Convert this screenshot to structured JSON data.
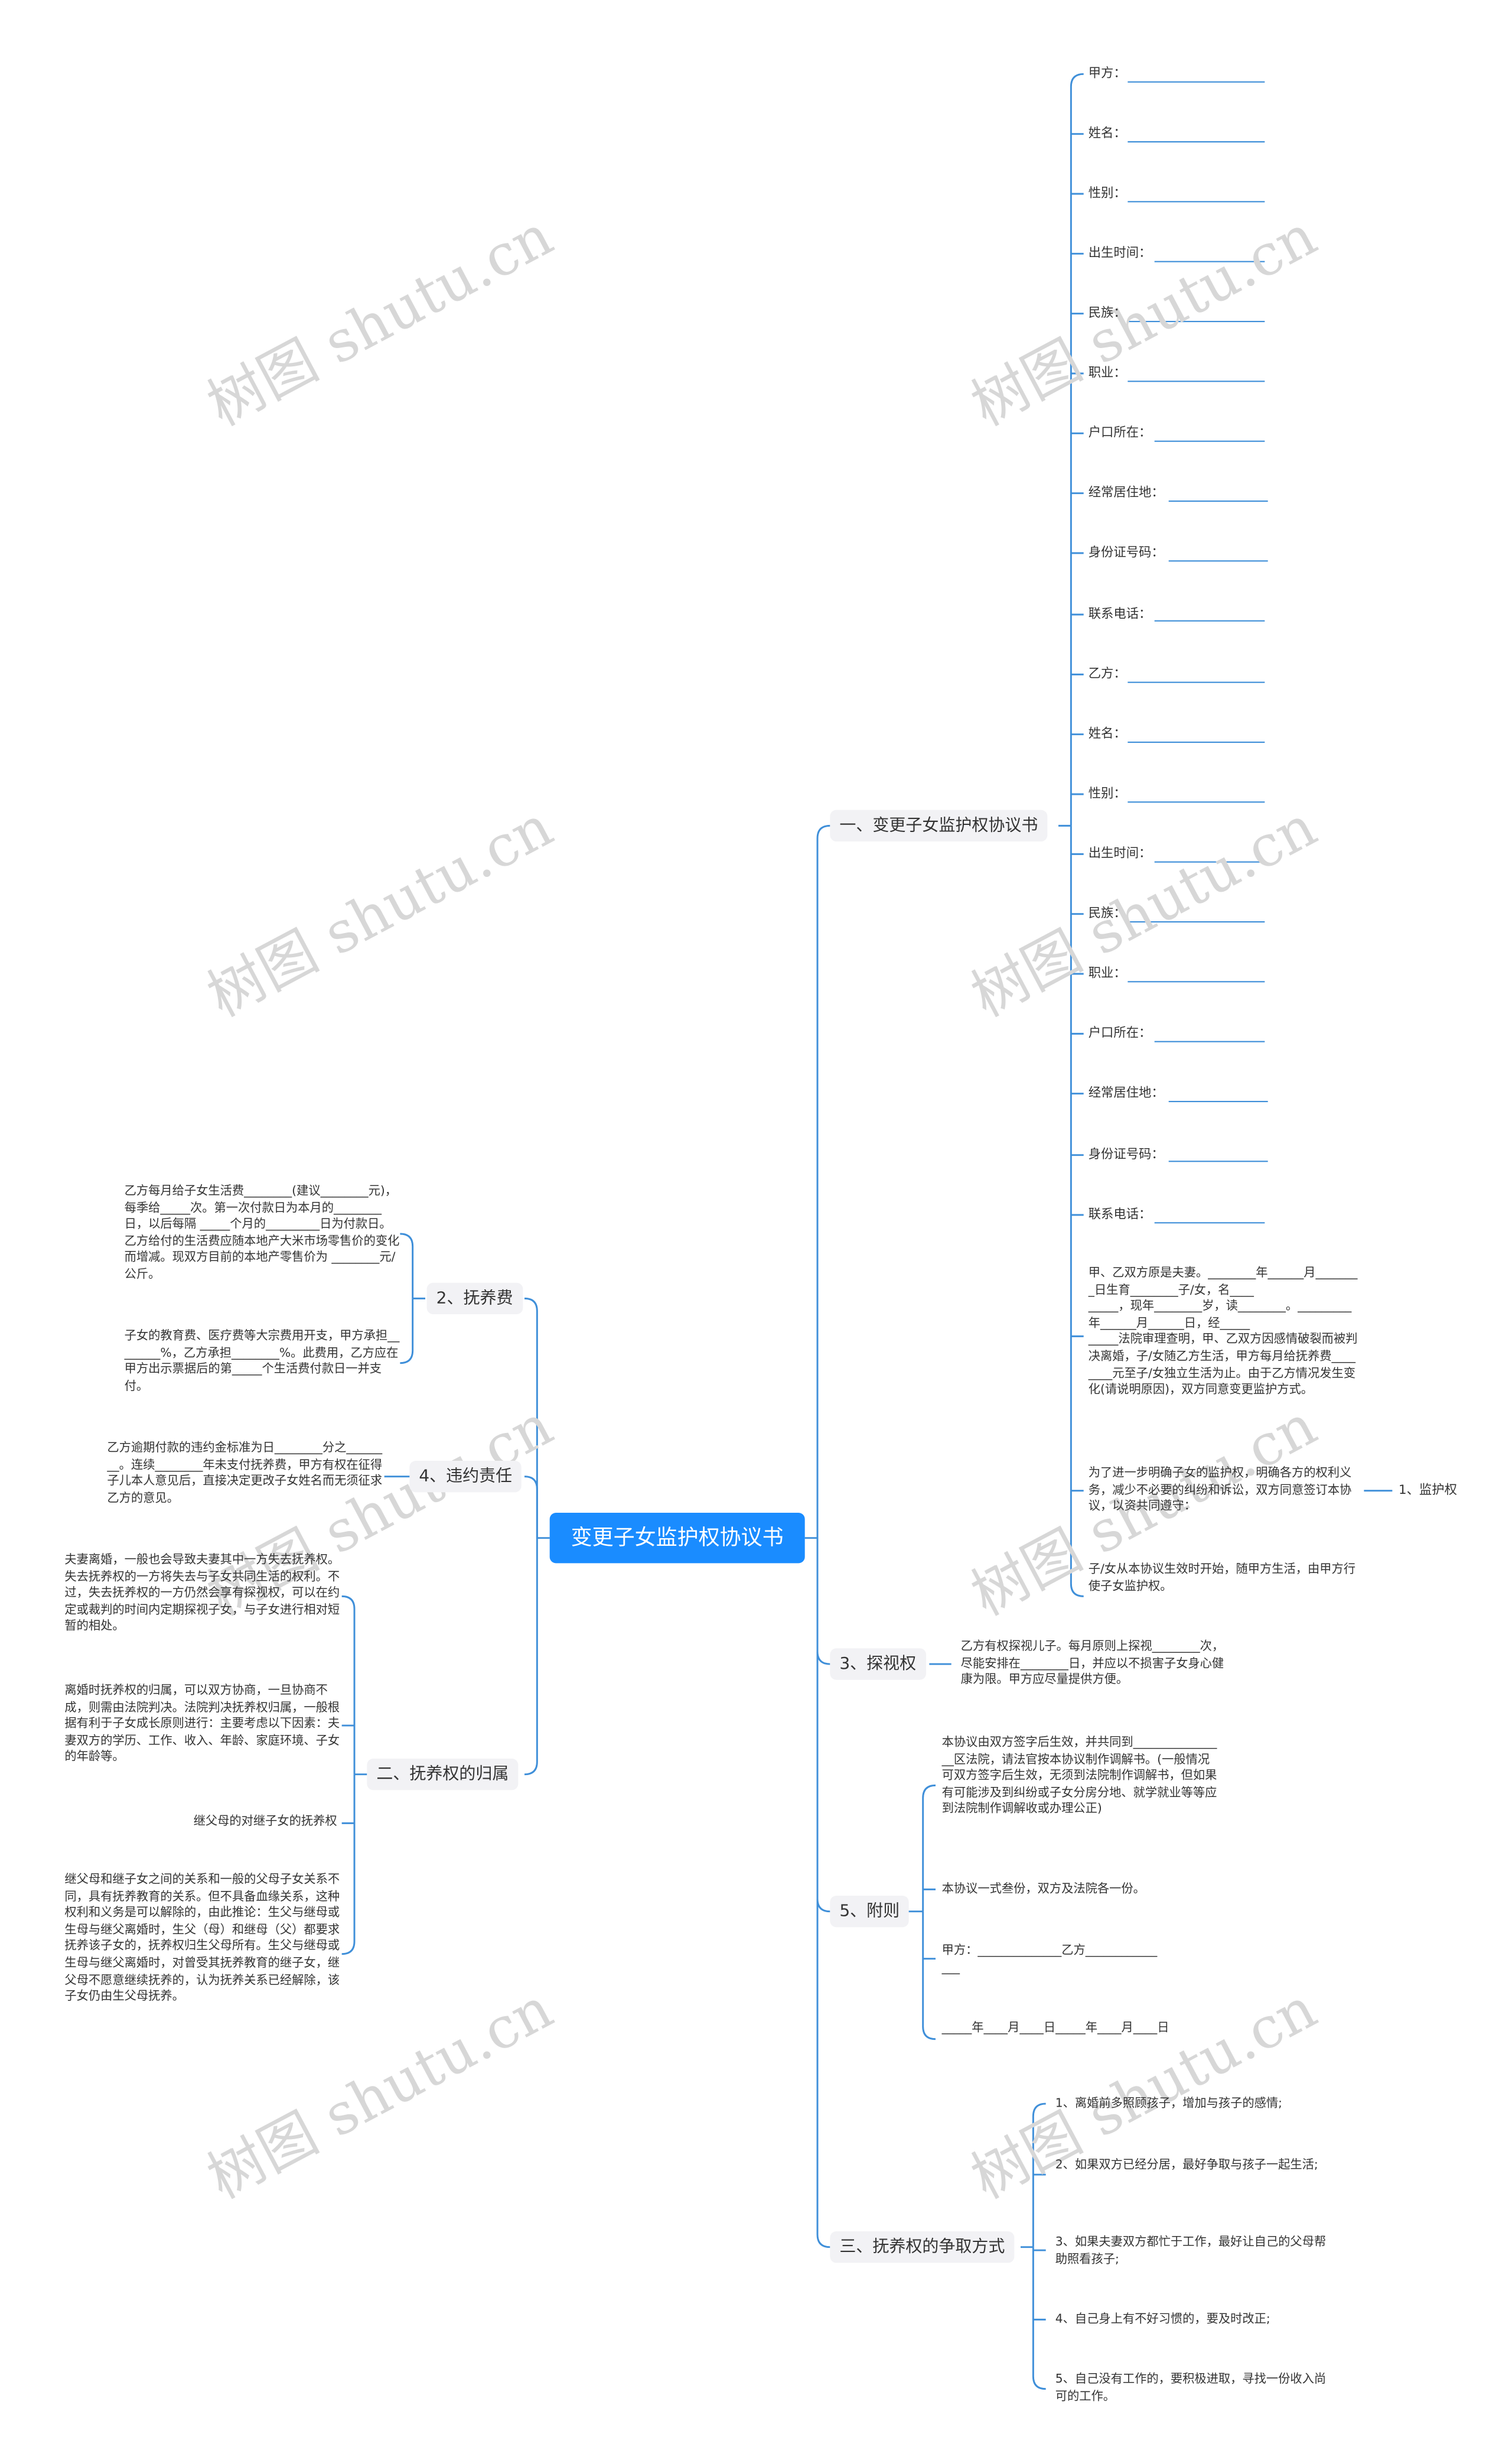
{
  "root": {
    "label": "变更子女监护权协议书"
  },
  "watermark": "树图 shutu.cn",
  "colors": {
    "accent": "#1a8cff",
    "branch_bg": "#f2f2f5",
    "link": "#3f8fd9"
  },
  "right": {
    "s1": {
      "label": "一、变更子女监护权协议书",
      "fields": [
        "甲方：",
        "姓名：",
        "性别：",
        "出生时间：",
        "民族：",
        "职业：",
        "户口所在：",
        "经常居住地：",
        "身份证号码：",
        "联系电话：",
        "乙方：",
        "姓名：",
        "性别：",
        "出生时间：",
        "民族：",
        "职业：",
        "户口所在：",
        "经常居住地：",
        "身份证号码：",
        "联系电话："
      ],
      "para1": "甲、乙双方原是夫妻。________年______月________日生育________子/女，名____\n_____，现年________岁，读________。_________年______月______日，经_____\n_____法院审理查明，甲、乙双方因感情破裂而被判决离婚，子/女随乙方生活，甲方每月给抚养费________元至子/女独立生活为止。由于乙方情况发生变化(请说明原因)，双方同意变更监护方式。",
      "para2": "为了进一步明确子女的监护权，明确各方的权利义务，减少不必要的纠纷和诉讼，双方同意签订本协议，以资共同遵守：",
      "para3": "子/女从本协议生效时开始，随甲方生活，由甲方行使子女监护权。",
      "sub": "1、监护权"
    },
    "s3": {
      "label": "3、探视权",
      "text": "乙方有权探视儿子。每月原则上探视________次，尽能安排在________日，并应以不损害子女身心健康为限。甲方应尽量提供方便。"
    },
    "s5": {
      "label": "5、附则",
      "t1": "本协议由双方签字后生效，并共同到________________区法院，请法官按本协议制作调解书。(一般情况可双方签字后生效，无须到法院制作调解书，但如果有可能涉及到纠纷或子女分房分地、就学就业等等应到法院制作调解收或办理公正)",
      "t2": "本协议一式叁份，双方及法院各一份。",
      "t3": "甲方：______________乙方____________\n___",
      "t4": "_____年____月____日_____年____月____日"
    },
    "s6": {
      "label": "三、抚养权的争取方式",
      "items": [
        "1、离婚前多照顾孩子，增加与孩子的感情;",
        "2、如果双方已经分居，最好争取与孩子一起生活;",
        "3、如果夫妻双方都忙于工作，最好让自己的父母帮助照看孩子;",
        "4、自己身上有不好习惯的，要及时改正;",
        "5、自己没有工作的，要积极进取，寻找一份收入尚可的工作。"
      ]
    }
  },
  "left": {
    "s2": {
      "label": "2、抚养费",
      "t1": "乙方每月给子女生活费________(建议________元)，每季给_____次。第一次付款日为本月的________日，以后每隔 _____个月的_________日为付款日。乙方给付的生活费应随本地产大米市场零售价的变化而增减。现双方目前的本地产零售价为 ________元/公斤。",
      "t2": "子女的教育费、医疗费等大宗费用开支，甲方承担________%，乙方承担________%。此费用，乙方应在甲方出示票据后的第_____个生活费付款日一并支付。"
    },
    "s4": {
      "label": "4、违约责任",
      "t1": "乙方逾期付款的违约金标准为日________分之________。连续________年未支付抚养费，甲方有权在征得子儿本人意见后，直接决定更改子女姓名而无须征求乙方的意见。"
    },
    "sB": {
      "label": "二、抚养权的归属",
      "t1": "夫妻离婚，一般也会导致夫妻其中一方失去抚养权。失去抚养权的一方将失去与子女共同生活的权利。不过，失去抚养权的一方仍然会享有探视权，可以在约定或裁判的时间内定期探视子女，与子女进行相对短暂的相处。",
      "t2": "离婚时抚养权的归属，可以双方协商，一旦协商不成，则需由法院判决。法院判决抚养权归属，一般根据有利于子女成长原则进行：主要考虑以下因素：夫妻双方的学历、工作、收入、年龄、家庭环境、子女的年龄等。",
      "t3": "继父母的对继子女的抚养权",
      "t4": "继父母和继子女之间的关系和一般的父母子女关系不同，具有抚养教育的关系。但不具备血缘关系，这种权利和义务是可以解除的，由此推论：生父与继母或生母与继父离婚时，生父（母）和继母（父）都要求抚养该子女的，抚养权归生父母所有。生父与继母或生母与继父离婚时，对曾受其抚养教育的继子女，继父母不愿意继续抚养的，认为抚养关系已经解除，该子女仍由生父母抚养。"
    }
  }
}
